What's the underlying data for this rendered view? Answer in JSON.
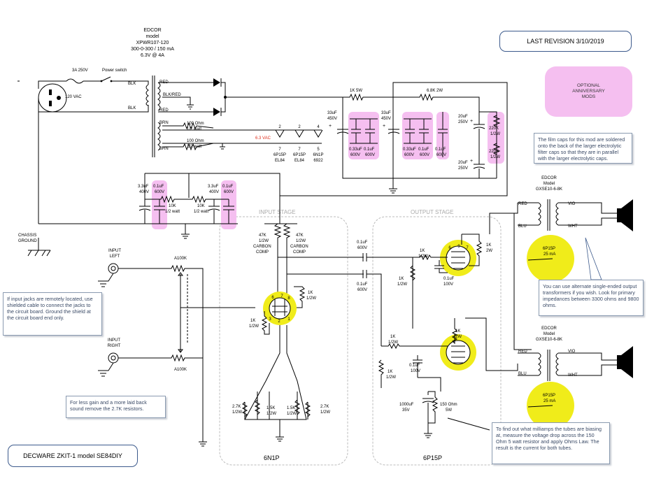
{
  "revision": "LAST REVISION  3/10/2019",
  "title_box": "DECWARE ZKIT-1 model SE84DIY",
  "optional_mods": "OPTIONAL\nANNIVERSARY\nMODS",
  "notes": {
    "film_caps": "The film caps for this mod are soldered onto the back of the larger electrolytic filter caps so that they are in parallel with the larger electrolytic caps.",
    "output_transformers": "You can use alternate single-ended output transformers if you wish.  Look for primary impedances between 3300 ohms and 9800 ohms.",
    "input_jacks": "If input jacks are remotely located, use shielded cable to connect the jacks to the circuit board.  Ground the shield at the circuit board end only.",
    "less_gain": "For less gain and a more laid back sound remove the 2.7K resistors.",
    "bias": "To find out what milliamps the tubes are biasing at, measure the voltage drop across the 150 Ohm 5 watt resistor and apply Ohms Law.  The result is the current for both tubes."
  },
  "transformer": {
    "brand": "EDCOR",
    "model_word": "model",
    "model": "XPWR107-120",
    "rating1": "300-0-300 / 150 mA",
    "rating2": "6.3V @ 4A"
  },
  "mains": {
    "fuse": "3A 250V",
    "switch": "Power switch",
    "voltage": "120 VAC",
    "chassis1": "CHASSIS",
    "chassis2": "GROUND"
  },
  "wires": {
    "blk": "BLK",
    "blk_red": "BLK/RED",
    "red": "RED",
    "brn": "BRN"
  },
  "heater": {
    "r_value": "100 Ohm",
    "r_watt": "1/2 watt",
    "vac": "6.3 VAC",
    "pins": [
      "2",
      "2",
      "4",
      "7",
      "7",
      "5"
    ],
    "tubes": [
      [
        "6P15P",
        "EL84"
      ],
      [
        "6P15P",
        "EL84"
      ],
      [
        "6N1P",
        "6922"
      ]
    ]
  },
  "psu": {
    "r1": "1K 5W",
    "r2": "6.8K 2W",
    "c_33": "33uF",
    "c_450": "450V",
    "c_033": "0.33uF",
    "c_01": "0.1uF",
    "c_600": "600V",
    "c_20": "20uF",
    "c_250": "250V",
    "r_220k": "220K",
    "r_half": "1/2W"
  },
  "filter_left": {
    "c_33": "3.3uF",
    "c_400": "400V",
    "c_01": "0.1uF",
    "c_600": "600V",
    "r_10k": "10K",
    "r_half": "1/2 watt"
  },
  "stages": {
    "input": "INPUT STAGE",
    "output": "OUTPUT STAGE",
    "input_tube": "6N1P",
    "output_tube": "6P15P"
  },
  "inputs": {
    "left1": "INPUT",
    "left2": "LEFT",
    "right1": "INPUT",
    "right2": "RIGHT",
    "pot": "A100K"
  },
  "input_stage": {
    "r_47k": "47K",
    "r_half": "1/2W",
    "carbon": "CARBON",
    "comp": "COMP",
    "r_1k": "1K",
    "r_27k": "2.7K",
    "r_15k": "1.5K",
    "pins": [
      "6",
      "7",
      "8",
      "3",
      "2",
      "1"
    ]
  },
  "output_stage": {
    "c_01": "0.1uF",
    "c_600": "600V",
    "c_100": "100V",
    "r_1k": "1K",
    "r_half": "1/2W",
    "r_2w": "2W",
    "c_1000": "1000uF",
    "c_35": "35V",
    "r_150": "150 Ohm",
    "r_5w": "5W",
    "pins": [
      "6",
      "9",
      "7",
      "3",
      "2",
      "1"
    ]
  },
  "output_transformer": {
    "brand": "EDCOR",
    "model_word": "Model",
    "model_a": "GXSE10-6-8K",
    "model_b": "GXSE10-6-8K",
    "red": "RED",
    "blu": "BLU",
    "vio": "VIO",
    "wht": "WHT"
  },
  "badge": {
    "tube": "6P15P",
    "ma": "25 mA"
  },
  "colors": {
    "pink": "#f5bff0",
    "tube_ring": "#f0ec1a",
    "note_border": "#8a9ab0",
    "box_border": "#3c5a8c",
    "stage_border": "#bbbbbb",
    "heater_red": "#e0301e"
  },
  "icons": [
    "plug-socket-icon",
    "fuse-icon",
    "switch-icon",
    "diode-icon",
    "ground-icon",
    "rca-jack-icon",
    "speaker-icon",
    "tube-icon",
    "meter-badge-icon"
  ]
}
